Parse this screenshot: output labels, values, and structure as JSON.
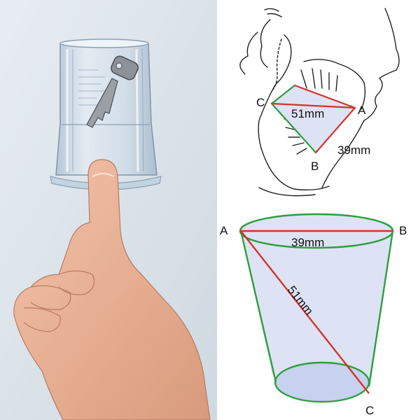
{
  "mouth_diagram": {
    "point_a": "A",
    "point_b": "B",
    "point_c": "C",
    "diagonal_label": "51mm",
    "side_label": "39mm"
  },
  "cup_diagram": {
    "point_a": "A",
    "point_b": "B",
    "point_c": "C",
    "rim_label": "39mm",
    "diagonal_label": "51mm"
  },
  "colors": {
    "red_line": "#d4342b",
    "green_line": "#2e9e3e",
    "fill": "#dde3f5",
    "photo_bg": "#dfe6ec"
  }
}
